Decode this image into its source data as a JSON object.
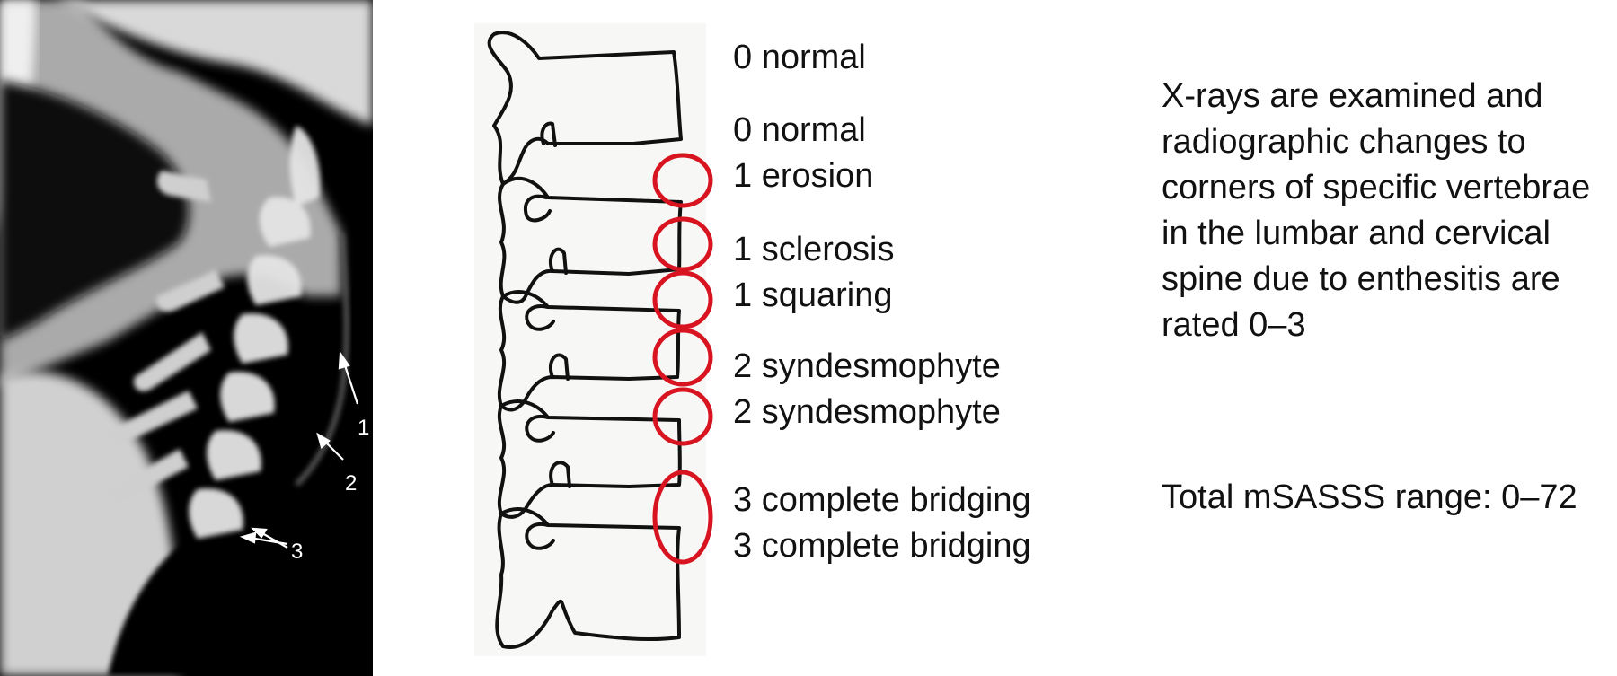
{
  "xray": {
    "annotations": [
      "1",
      "2",
      "3"
    ]
  },
  "score_labels": [
    "0 normal",
    "0 normal",
    "1 erosion",
    "1 sclerosis",
    "1 squaring",
    "2 syndesmophyte",
    "2 syndesmophyte",
    "3 complete bridging",
    "3 complete bridging"
  ],
  "description": "X-rays are examined and radiographic changes to corners of specific vertebrae in the lumbar and cervical spine due to enthesitis are rated 0–3",
  "total": "Total mSASSS range: 0–72",
  "colors": {
    "highlight_circle": "#d7141f",
    "vertebra_outline": "#111111",
    "xray_dark": "#000000",
    "xray_light": "#e8e8e8"
  }
}
